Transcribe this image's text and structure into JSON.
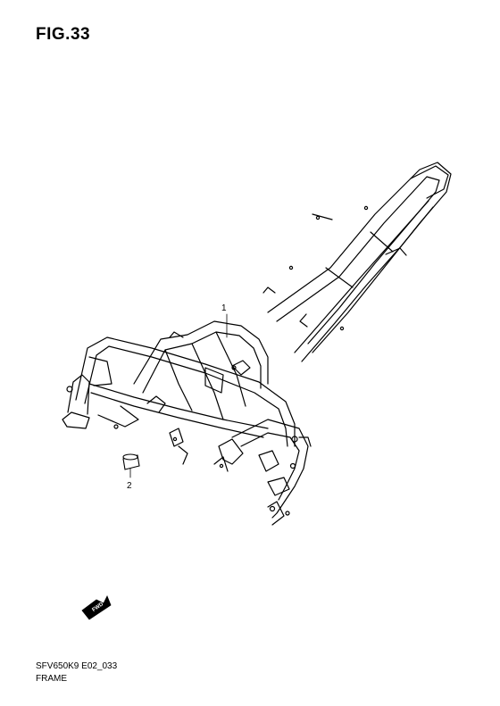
{
  "figure": {
    "title": "FIG.33",
    "code": "SFV650K9 E02_033",
    "name": "FRAME"
  },
  "callouts": [
    {
      "number": "1"
    },
    {
      "number": "2"
    }
  ],
  "fwd_indicator": {
    "label": "FWD"
  },
  "colors": {
    "line": "#000000",
    "background": "#ffffff"
  }
}
